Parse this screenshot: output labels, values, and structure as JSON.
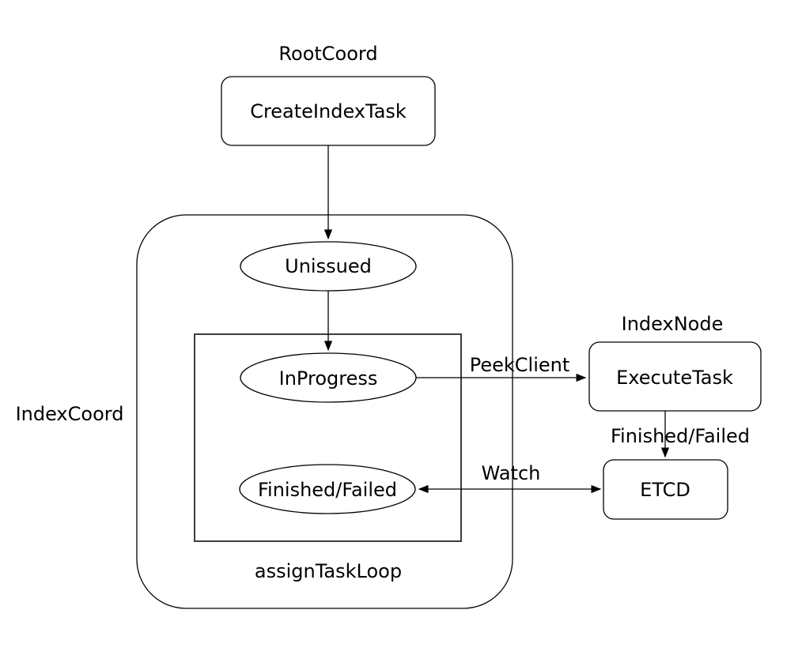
{
  "diagram": {
    "background_color": "#ffffff",
    "line_color": "#000000",
    "text_color": "#000000",
    "group_labels": {
      "root_coord": "RootCoord",
      "index_coord": "IndexCoord",
      "index_node": "IndexNode",
      "assign_task_loop": "assignTaskLoop"
    },
    "nodes": {
      "create_index_task": {
        "label": "CreateIndexTask",
        "shape": "rounded-rect",
        "group": "RootCoord"
      },
      "unissued": {
        "label": "Unissued",
        "shape": "ellipse",
        "group": "IndexCoord"
      },
      "in_progress": {
        "label": "InProgress",
        "shape": "ellipse",
        "group": "assignTaskLoop"
      },
      "finished_failed_state": {
        "label": "Finished/Failed",
        "shape": "ellipse",
        "group": "assignTaskLoop"
      },
      "execute_task": {
        "label": "ExecuteTask",
        "shape": "rounded-rect",
        "group": "IndexNode"
      },
      "etcd": {
        "label": "ETCD",
        "shape": "rounded-rect"
      }
    },
    "edges": {
      "create_to_unissued": {
        "label": "",
        "from": "CreateIndexTask",
        "to": "Unissued"
      },
      "unissued_to_inprogress": {
        "label": "",
        "from": "Unissued",
        "to": "InProgress"
      },
      "peek_client": {
        "label": "PeekClient",
        "from": "InProgress",
        "to": "ExecuteTask"
      },
      "finished_failed_edge": {
        "label": "Finished/Failed",
        "from": "ExecuteTask",
        "to": "ETCD"
      },
      "watch": {
        "label": "Watch",
        "from": "ETCD",
        "to": "Finished/Failed",
        "bidirectional": true
      }
    }
  }
}
